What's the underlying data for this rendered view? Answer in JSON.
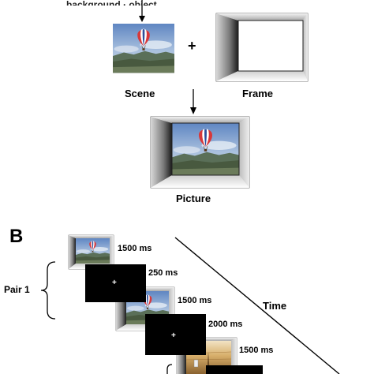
{
  "panel_a": {
    "top_caption": "background · object",
    "plus_sign": "+",
    "scene_label": "Scene",
    "frame_label": "Frame",
    "picture_label": "Picture"
  },
  "panel_b": {
    "panel_letter": "B",
    "pair_label": "Pair 1",
    "time_label": "Time",
    "durations": [
      "1500 ms",
      "250 ms",
      "1500 ms",
      "2000 ms",
      "1500 ms"
    ],
    "fixation_symbol": "+"
  },
  "colors": {
    "sky_top": "#5f86c2",
    "sky_bottom": "#c3d3e6",
    "hills": "#556b54",
    "balloon_red": "#d8383a",
    "screen_black": "#000000",
    "sand": "#c79a5a"
  }
}
